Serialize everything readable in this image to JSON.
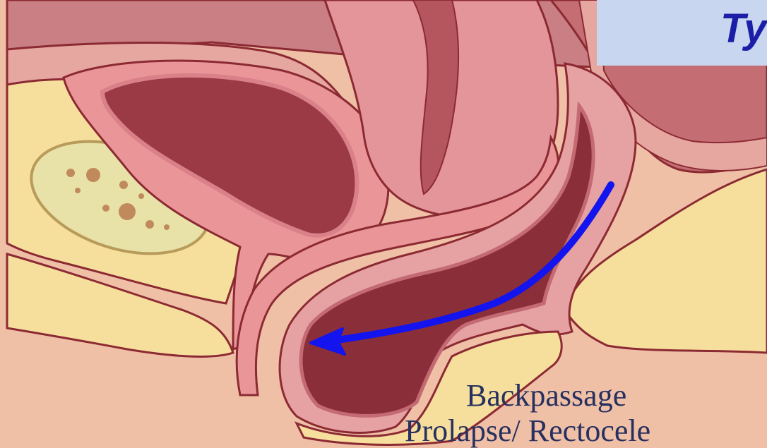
{
  "header": {
    "title_fragment": "Ty",
    "title_color": "#1b1fa8",
    "title_box_color": "#c9d6ef"
  },
  "caption": {
    "line1": "Backpassage",
    "line2": "Prolapse/ Rectocele",
    "color": "#27305f"
  },
  "illustration": {
    "subject": "sagittal-pelvic-anatomy",
    "arrow_color": "#1414ee",
    "arrow_direction": "down-left",
    "colors": {
      "bone_fat": "#f6df9c",
      "skin": "#f0bfa6",
      "tissue_pink": "#ea9698",
      "cavity_dark": "#8a2f39",
      "outline": "#8c2a33"
    }
  }
}
